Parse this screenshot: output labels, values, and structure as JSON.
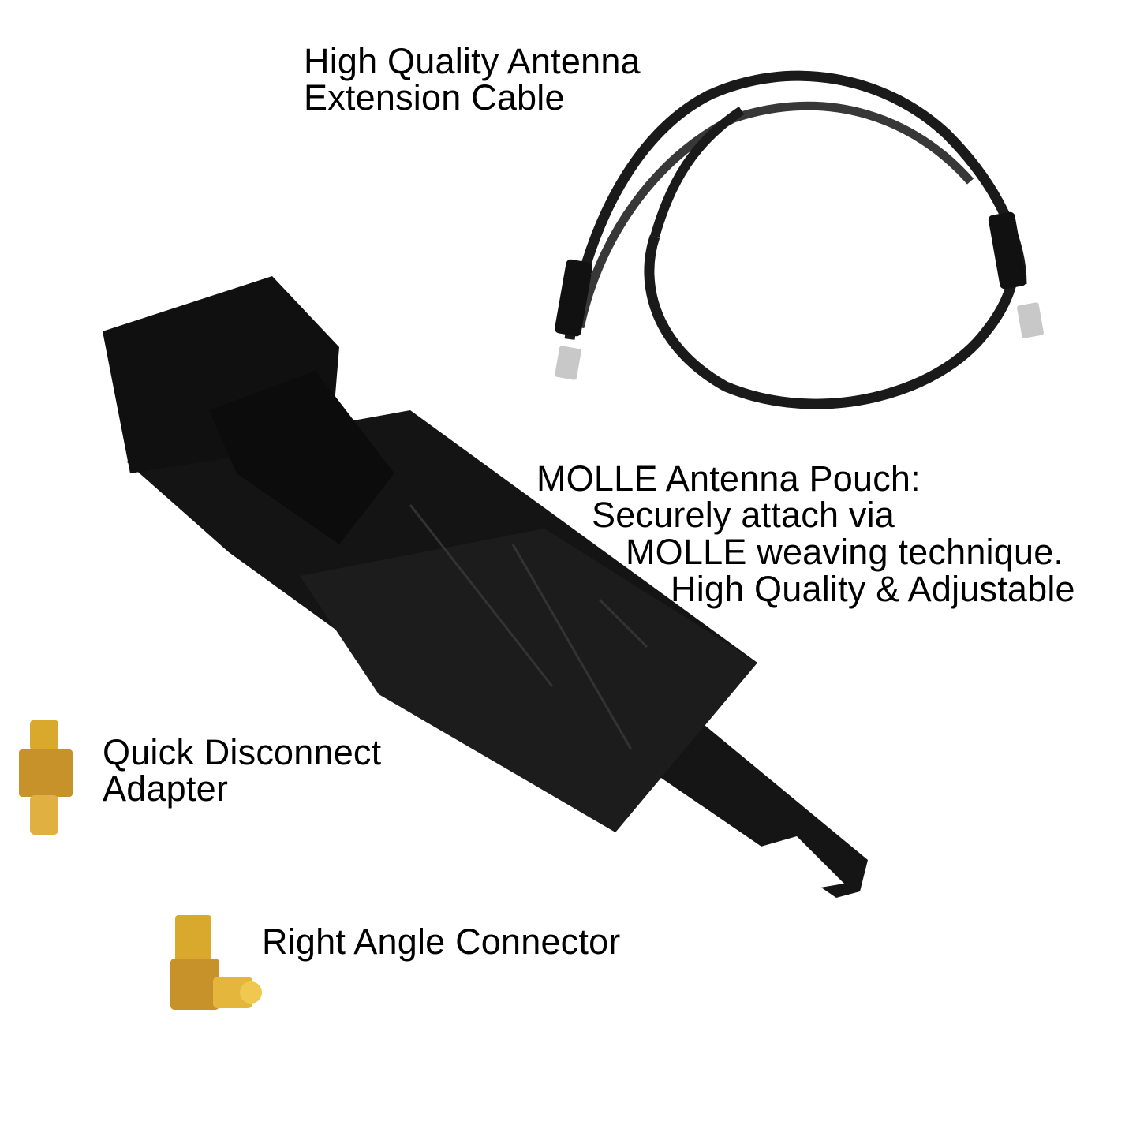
{
  "labels": {
    "cable": [
      "High Quality Antenna",
      "Extension Cable"
    ],
    "pouch": [
      "MOLLE Antenna Pouch:",
      "Securely attach via",
      "MOLLE weaving technique.",
      "High Quality & Adjustable"
    ],
    "adapter": [
      "Quick Disconnect",
      "Adapter"
    ],
    "right_angle": [
      "Right Angle Connector"
    ]
  },
  "colors": {
    "background": "#ffffff",
    "pouch": "#141414",
    "cable": "#1a1a1a",
    "gold": "#d9a92e",
    "silver": "#c8c8c8"
  }
}
